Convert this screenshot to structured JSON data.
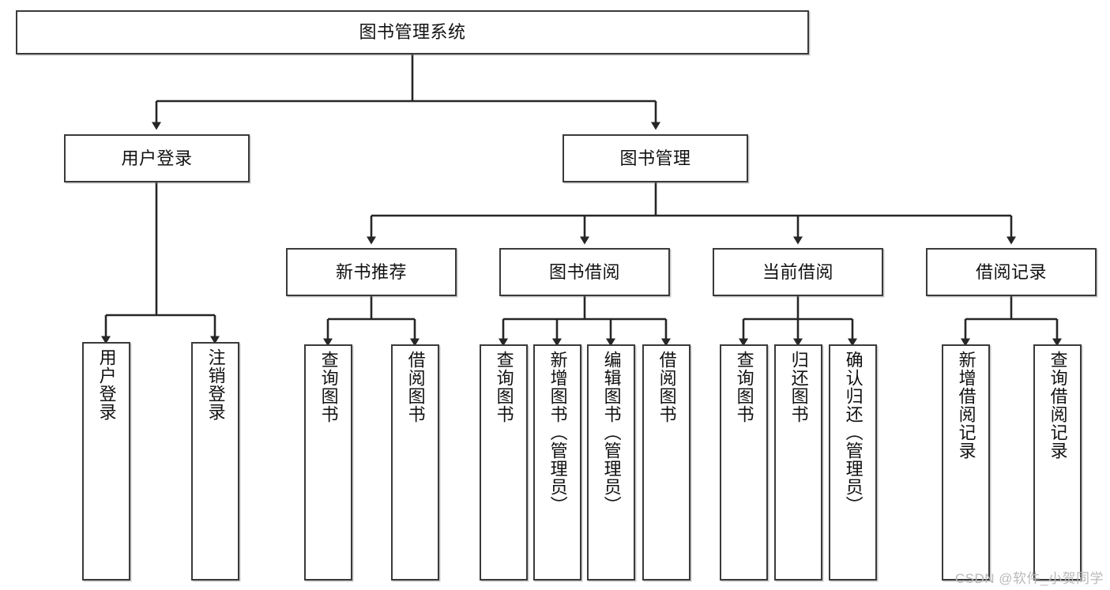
{
  "diagram": {
    "title": "图书管理系统",
    "watermark": "CSDN @软件_小贺同学",
    "colors": {
      "box_border": "#3a3a3a",
      "box_fill": "#ffffff",
      "edge": "#262626",
      "text": "#111111",
      "watermark": "#b9b9b9"
    },
    "root": {
      "label": "图书管理系统"
    },
    "level2": [
      {
        "label": "用户登录"
      },
      {
        "label": "图书管理"
      }
    ],
    "level3": [
      {
        "label": "新书推荐"
      },
      {
        "label": "图书借阅"
      },
      {
        "label": "当前借阅"
      },
      {
        "label": "借阅记录"
      }
    ],
    "leaves": {
      "user_login": [
        {
          "label": "用户登录"
        },
        {
          "label": "注销登录"
        }
      ],
      "new_book_recommend": [
        {
          "label": "查询图书"
        },
        {
          "label": "借阅图书"
        }
      ],
      "book_borrow": [
        {
          "label": "查询图书"
        },
        {
          "label": "新增图书（管理员）"
        },
        {
          "label": "编辑图书（管理员）"
        },
        {
          "label": "借阅图书"
        }
      ],
      "current_borrow": [
        {
          "label": "查询图书"
        },
        {
          "label": "归还图书"
        },
        {
          "label": "确认归还（管理员）"
        }
      ],
      "borrow_record": [
        {
          "label": "新增借阅记录"
        },
        {
          "label": "查询借阅记录"
        }
      ]
    }
  }
}
